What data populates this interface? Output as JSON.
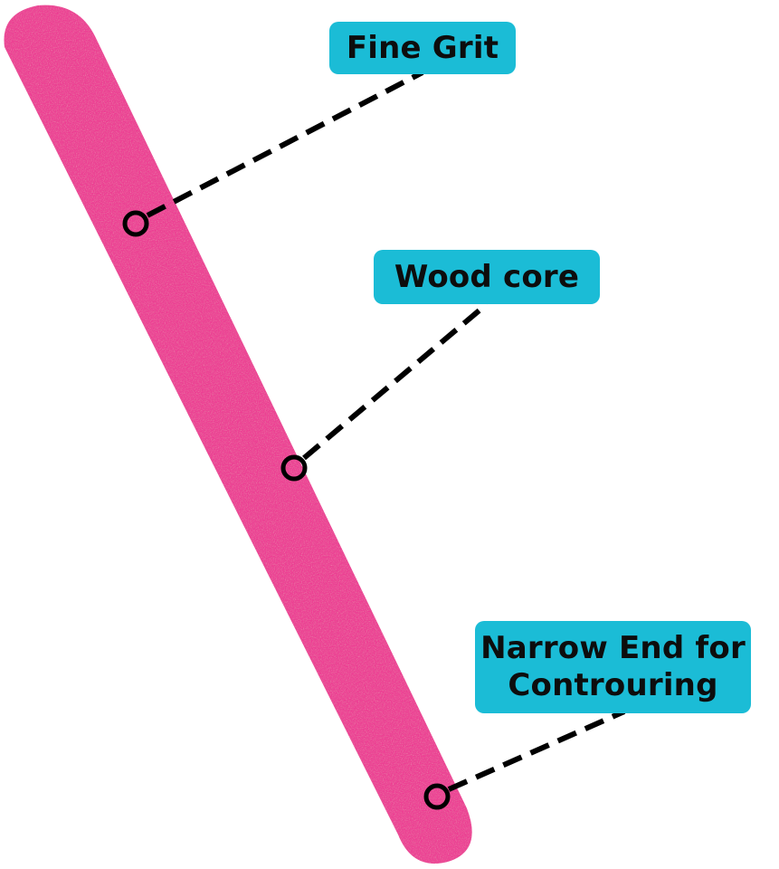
{
  "labels": {
    "fine_grit": "Fine Grit",
    "wood_core": "Wood core",
    "narrow_end_line1": "Narrow End for",
    "narrow_end_line2": "Controuring"
  },
  "colors": {
    "file": "#ee3b93",
    "label_background": "#1bbcd6",
    "leader": "#000000"
  }
}
